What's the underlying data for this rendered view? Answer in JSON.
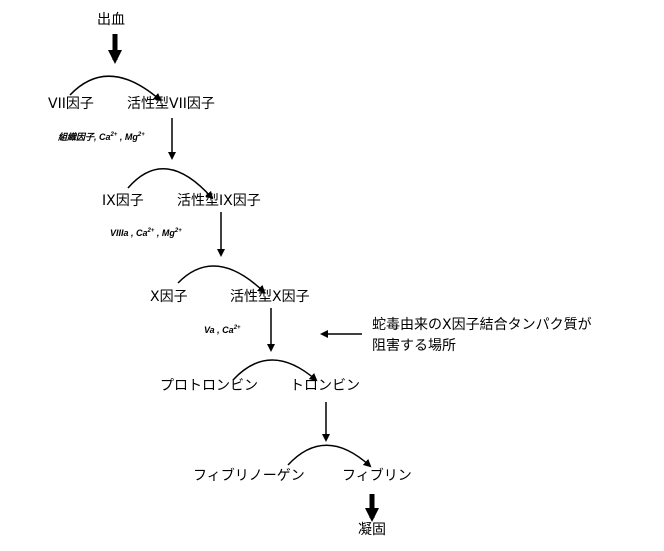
{
  "start": "出血",
  "end": "凝固",
  "steps": [
    {
      "from": "VII因子",
      "to": "活性型VII因子",
      "cofactor": "組織因子, Ca",
      "ion1": "2+",
      "sep": " , Mg",
      "ion2": "2+"
    },
    {
      "from": "IX因子",
      "to": "活性型IX因子",
      "cofactor": "VIIIa ,  Ca",
      "ion1": "2+",
      "sep": " , Mg",
      "ion2": "2+"
    },
    {
      "from": "X因子",
      "to": "活性型X因子",
      "cofactor": "Va , Ca",
      "ion1": "2+"
    },
    {
      "from": "プロトロンビン",
      "to": "トロンビン"
    },
    {
      "from": "フィブリノーゲン",
      "to": "フィブリン"
    }
  ],
  "annotation": {
    "line1": "蛇毒由来のX因子結合タンパク質が",
    "line2": "阻害する場所"
  }
}
